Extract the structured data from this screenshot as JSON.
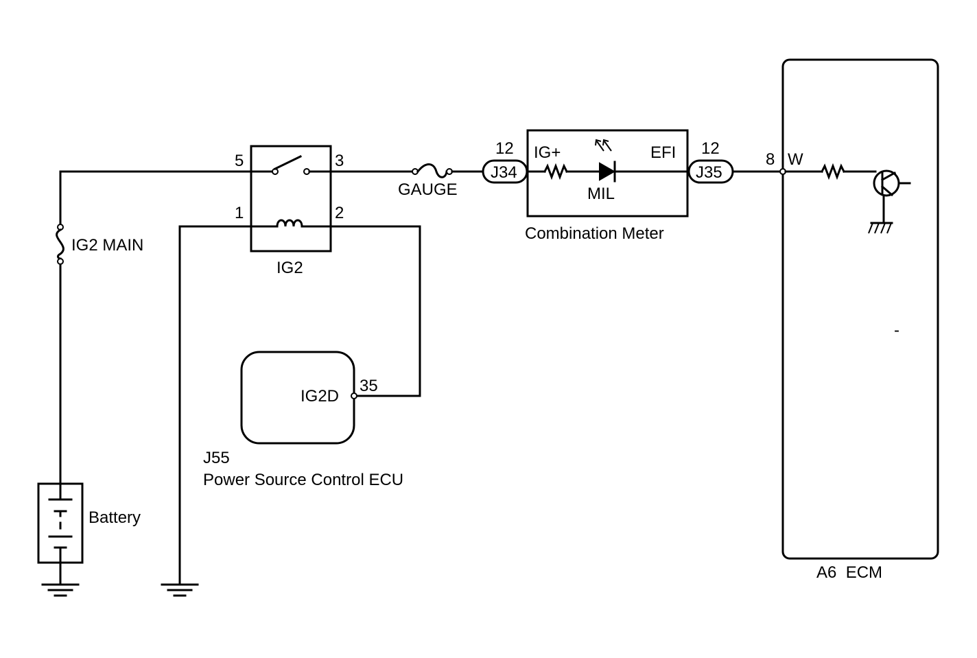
{
  "labels": {
    "ig2_main": "IG2 MAIN",
    "battery": "Battery",
    "ig2": "IG2",
    "gauge": "GAUGE",
    "j34": "J34",
    "j35": "J35",
    "ig_plus": "IG+",
    "efi": "EFI",
    "mil": "MIL",
    "combination_meter": "Combination Meter",
    "ecm": "A6  ECM",
    "wire_w": "W",
    "ig2d": "IG2D",
    "j55": "J55",
    "power_source_ecu": "Power Source Control ECU",
    "dash": "-"
  },
  "pins": {
    "relay_5": "5",
    "relay_3": "3",
    "relay_1": "1",
    "relay_2": "2",
    "j34_12": "12",
    "j35_12": "12",
    "ecm_8": "8",
    "ecu_35": "35"
  }
}
